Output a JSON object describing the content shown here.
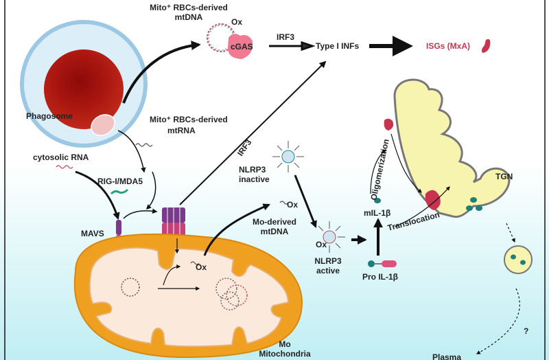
{
  "labels": {
    "rbc_mtdna": [
      "Mito⁺ RBCs-derived",
      "mtDNA"
    ],
    "ox": "Ox",
    "cgas": "cGAS",
    "irf3_top": "IRF3",
    "type1_infs": "Type I INFs",
    "isgs": "ISGs (MxA)",
    "phagosome": "Phagosome",
    "rbc_mtrna": [
      "Mito⁺ RBCs-derived",
      "mtRNA"
    ],
    "irf3_diag": "IRF3",
    "cytosolic_rna": "cytosolic RNA",
    "rig_mda5": "RIG-I/MDA5",
    "mavs": "MAVS",
    "nlrp3_inactive": [
      "NLRP3",
      "inactive"
    ],
    "mo_mtdna": [
      "Mo-derived",
      "mtDNA"
    ],
    "nlrp3_active": [
      "NLRP3",
      "active"
    ],
    "oligomerization": "Oligomerization",
    "mil1b": "mIL-1β",
    "pro_il1b": "Pro IL-1β",
    "translocation": "Translocation",
    "tgn": "TGN",
    "question": "?",
    "mo_mito": [
      "Mo",
      "Mitochondria"
    ],
    "plasma": "Plasma"
  },
  "colors": {
    "rbc": "#b01c10",
    "phagosome_ring": "#9cc8e4",
    "mito_outer": "#f0a020",
    "golgi": "#f7f4b0",
    "accent_red": "#c8344f",
    "mavs_purple": "#7a3a8c",
    "il1b_teal": "#1e7f7a"
  }
}
